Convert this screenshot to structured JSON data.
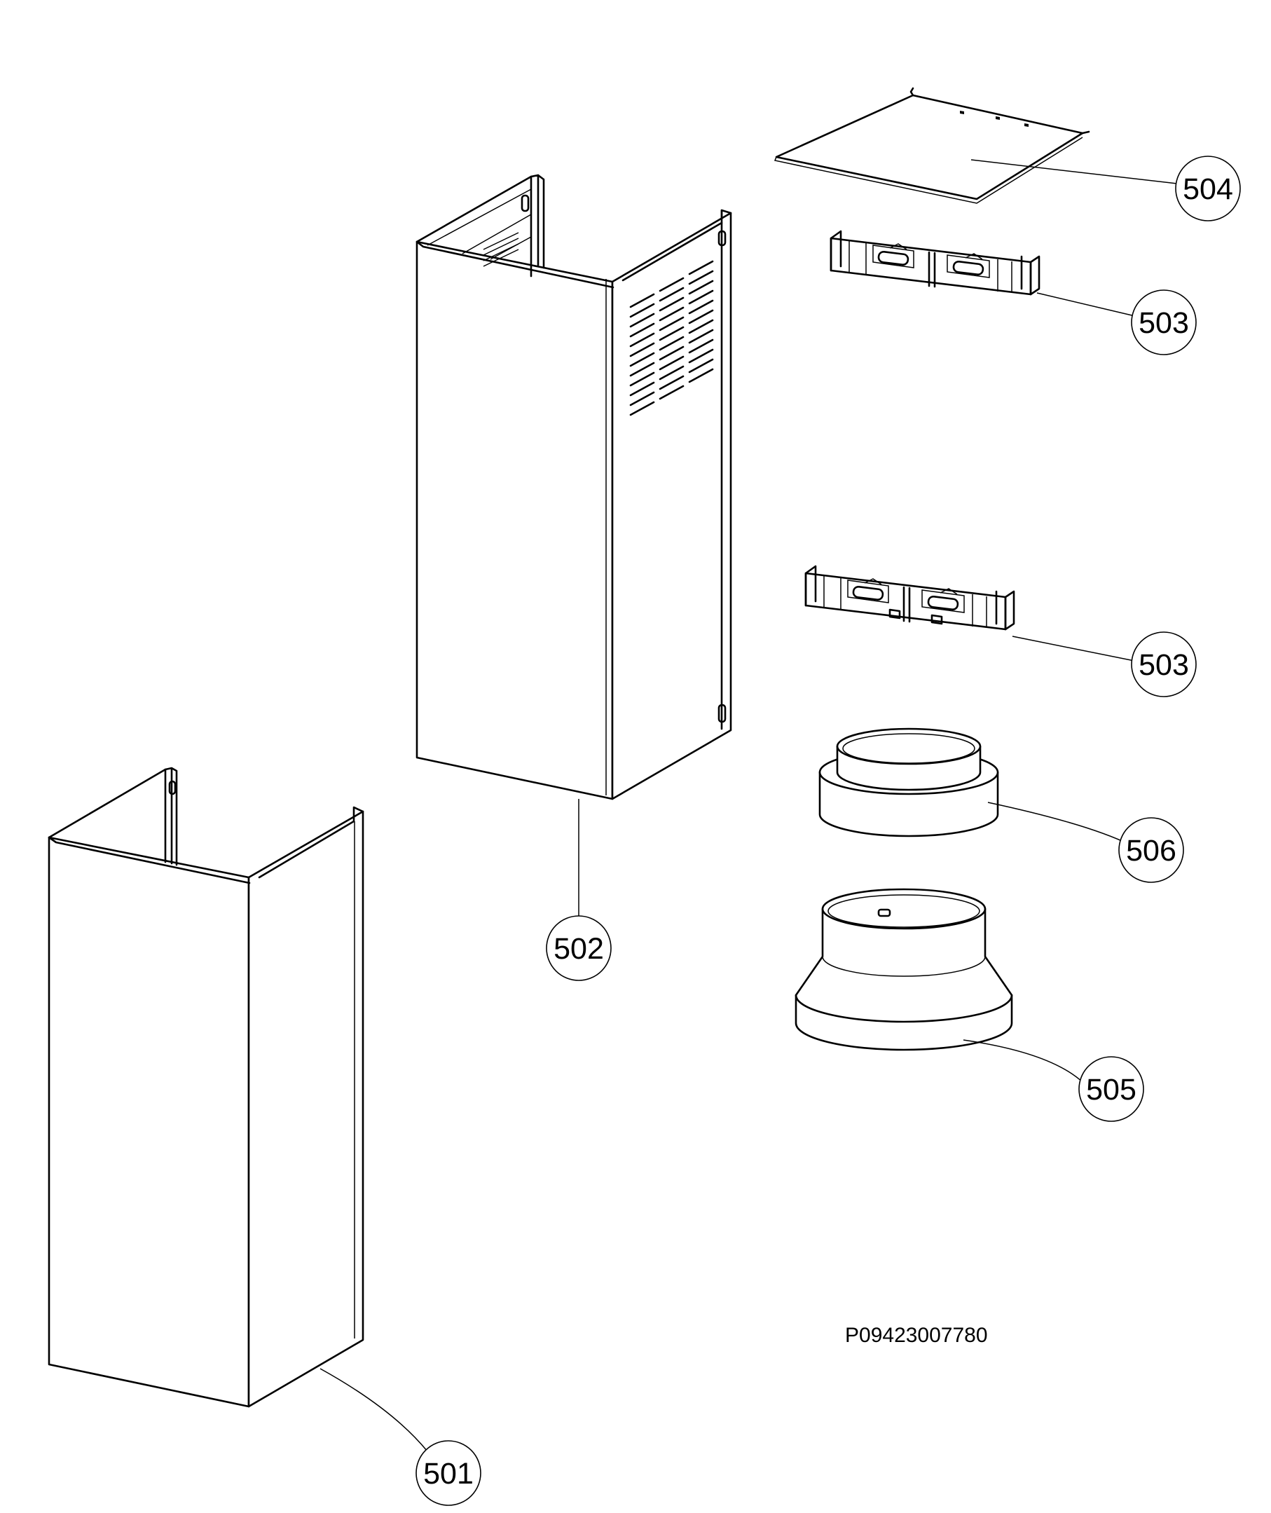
{
  "diagram": {
    "title": "",
    "drawing_number": "P09423007780",
    "parts": [
      {
        "id": "part-501",
        "label": "501"
      },
      {
        "id": "part-502",
        "label": "502"
      },
      {
        "id": "part-503-upper",
        "label": "503"
      },
      {
        "id": "part-503-lower",
        "label": "503"
      },
      {
        "id": "part-504",
        "label": "504"
      },
      {
        "id": "part-505",
        "label": "505"
      },
      {
        "id": "part-506",
        "label": "506"
      }
    ]
  },
  "colors": {
    "line": "#000000",
    "background": "#ffffff"
  }
}
